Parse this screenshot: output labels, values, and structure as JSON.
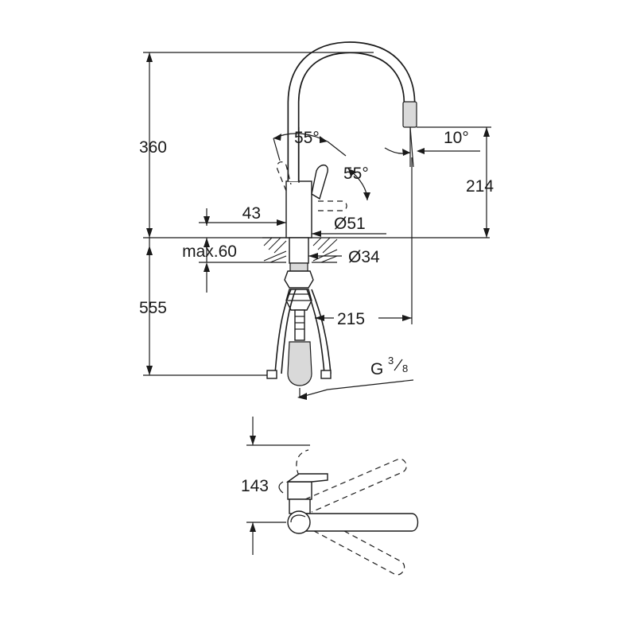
{
  "dimensions": {
    "total_height": "360",
    "body_height": "43",
    "max_deck": "max.60",
    "below_deck": "555",
    "lever_angle_left": "55°",
    "lever_angle_right": "55°",
    "spout_angle": "10°",
    "spout_height": "214",
    "body_diameter": "Ø51",
    "hole_diameter": "Ø34",
    "spout_reach": "215",
    "thread_g": "G",
    "thread_num": "3",
    "thread_den": "8",
    "top_view_depth": "143"
  }
}
